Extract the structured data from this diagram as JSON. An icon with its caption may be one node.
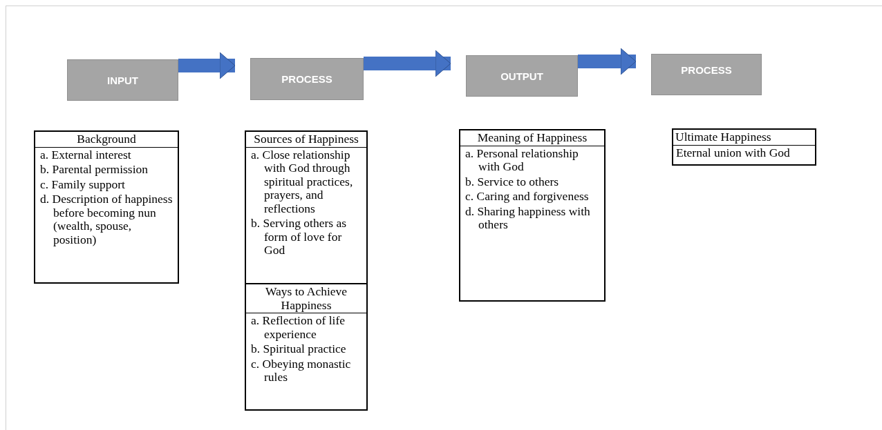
{
  "diagram": {
    "nodes": [
      {
        "text": [
          "INPUT"
        ]
      },
      {
        "text": [
          "PROCESS"
        ]
      },
      {
        "text": [
          "OUTPUT"
        ]
      },
      {
        "text": [
          "PROCESS"
        ]
      },
      {
        "text": [
          "Background",
          "a. External interest",
          "b. Parental permission",
          "c. Family support",
          "d. Description of happiness before becoming nun (wealth, spouse, position)"
        ]
      },
      {
        "text": [
          "Sources of Happiness",
          "a. Close relationship with God through spiritual practices, prayers, and reflections",
          "b. Serving others as form of love for God"
        ]
      },
      {
        "text": [
          "Ways to Achieve Happiness",
          "a. Reflection of life experience",
          "b. Spiritual practice",
          "c. Obeying monastic rules"
        ]
      },
      {
        "text": [
          "Meaning of Happiness",
          "a. Personal relationship with God",
          "b. Service to others",
          "c. Caring and forgiveness",
          "d. Sharing happiness with others"
        ]
      },
      {
        "text": [
          "Ultimate Happiness",
          "Eternal union with God"
        ]
      }
    ],
    "edges": [
      {
        "from": 0,
        "to": 1,
        "arrow": "to"
      },
      {
        "from": 1,
        "to": 2,
        "arrow": "to"
      },
      {
        "from": 2,
        "to": 3,
        "arrow": "to"
      }
    ]
  }
}
